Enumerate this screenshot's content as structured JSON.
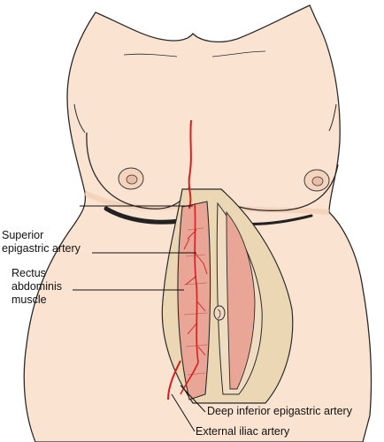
{
  "labels": {
    "superior_epigastric": [
      "Superior",
      "epigastric artery"
    ],
    "rectus_abdominis": [
      "Rectus",
      "abdominis",
      "muscle"
    ],
    "deep_inferior_epigastric": "Deep inferior epigastric artery",
    "external_iliac": "External iliac artery"
  },
  "colors": {
    "skin": "#fbe3d1",
    "skin_shadow": "#f2cdb3",
    "muscle": "#e9a596",
    "muscle_dark": "#d98676",
    "sheath": "#ecd7b4",
    "sheath_edge": "#c9b08a",
    "artery": "#d81e1e",
    "outline": "#2a2a2a",
    "leader": "#111111"
  }
}
